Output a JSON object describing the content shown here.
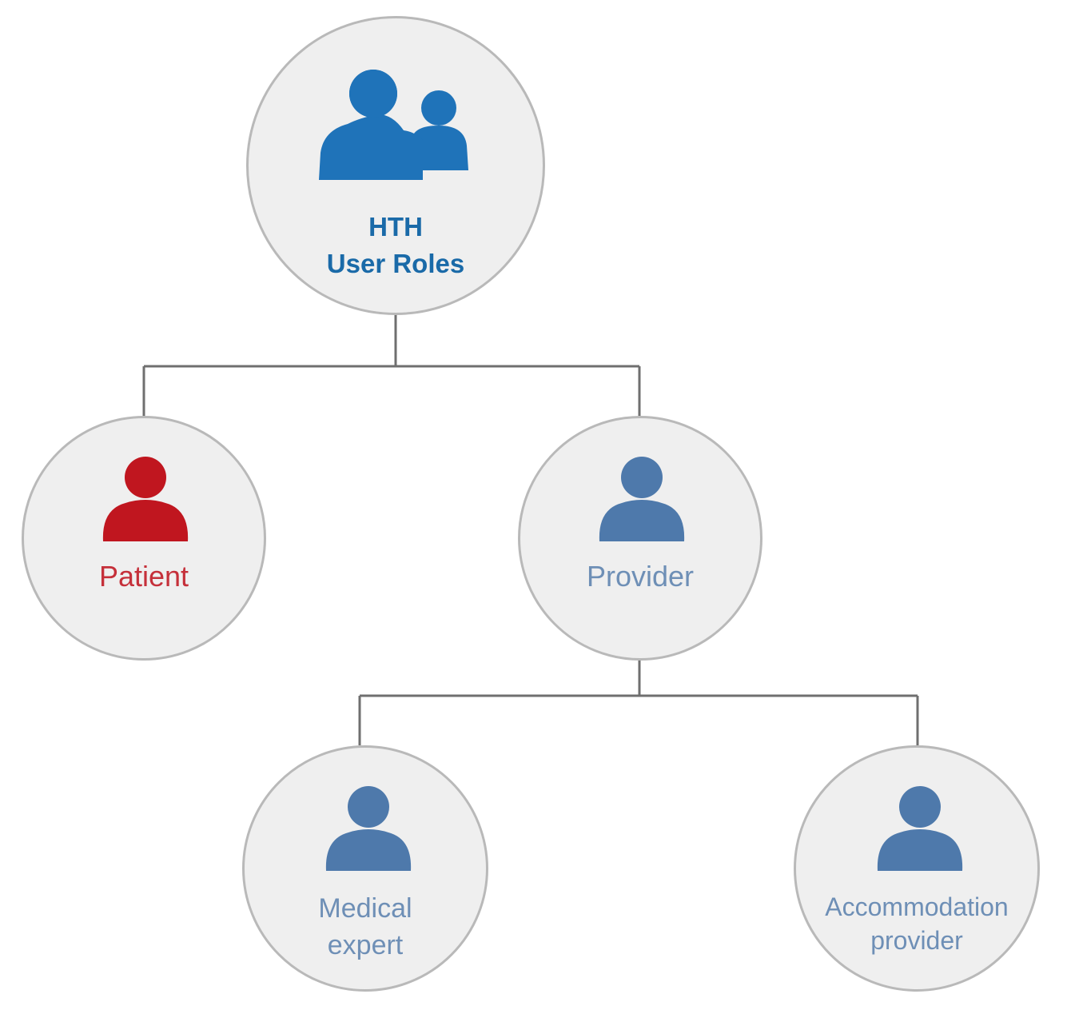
{
  "colors": {
    "root_icon": "#1f73b9",
    "root_text": "#1a6aa8",
    "patient": "#c0161f",
    "patient_text": "#c5303a",
    "provider_icon": "#4e79ab",
    "provider_text": "#6e8fb6",
    "node_fill": "#efefef",
    "node_border": "#b9b9b9",
    "connector": "#6f6f6f"
  },
  "root": {
    "icon": "user-group-icon",
    "label_lines": [
      "HTH",
      "User Roles"
    ]
  },
  "patient": {
    "icon": "user-icon",
    "label": "Patient"
  },
  "provider": {
    "icon": "user-icon",
    "label": "Provider"
  },
  "medical_expert": {
    "icon": "user-icon",
    "label_lines": [
      "Medical",
      "expert"
    ]
  },
  "accommodation_provider": {
    "icon": "user-icon",
    "label_lines": [
      "Accommodation",
      "provider"
    ]
  }
}
